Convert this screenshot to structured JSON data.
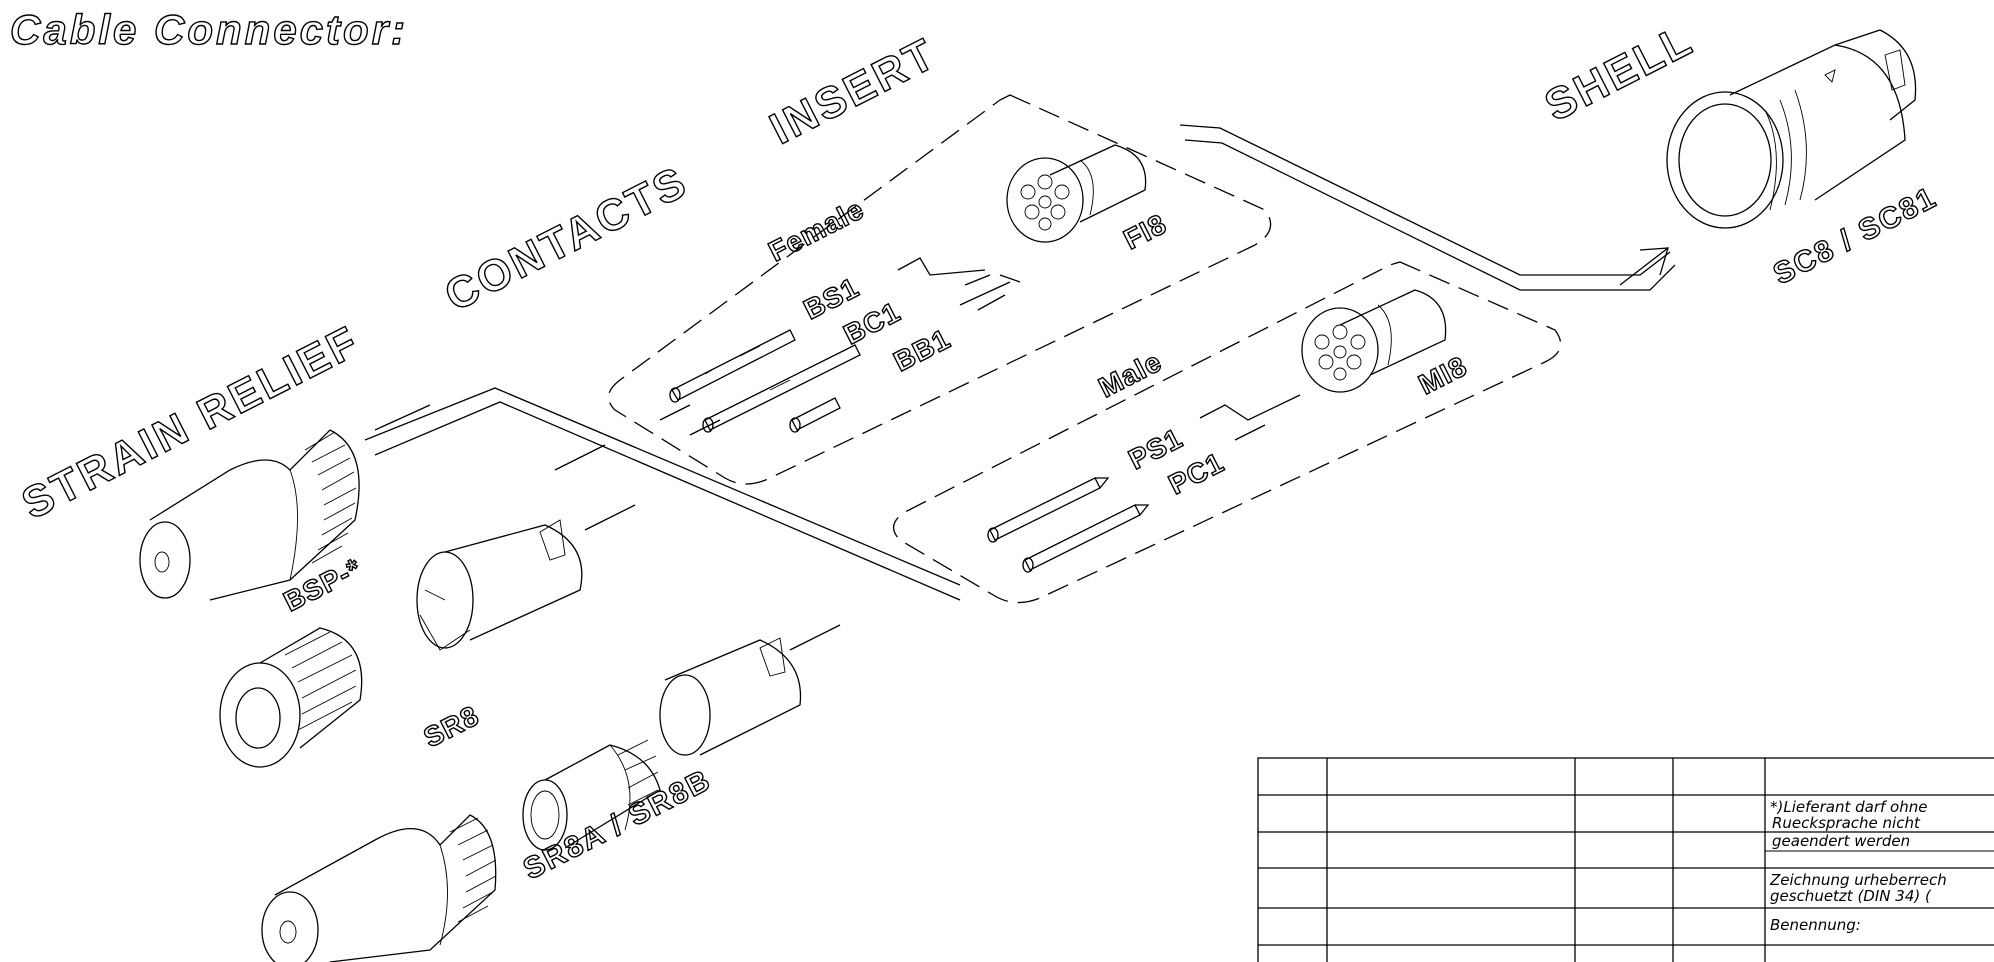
{
  "title": "Cable Connector:",
  "groups": {
    "strain_relief": "STRAIN RELIEF",
    "contacts": "CONTACTS",
    "insert": "INSERT",
    "shell": "SHELL"
  },
  "sections": {
    "female": "Female",
    "male": "Male"
  },
  "parts": {
    "bs1": "BS1",
    "bc1": "BC1",
    "bb1": "BB1",
    "fi8": "FI8",
    "ps1": "PS1",
    "pc1": "PC1",
    "mi8": "MI8",
    "bsp": "BSP-*",
    "sr8": "SR8",
    "sr8ab": "SR8A / SR8B",
    "shell_code": "SC8 / SC81"
  },
  "title_block": {
    "note_1": "*)Lieferant darf ohne",
    "note_2": "Ruecksprache nicht",
    "note_3": "geaendert werden",
    "copyright_1": "Zeichnung urheberrech",
    "copyright_2": "geschuetzt (DIN 34) (",
    "benennung": "Benennung:"
  }
}
